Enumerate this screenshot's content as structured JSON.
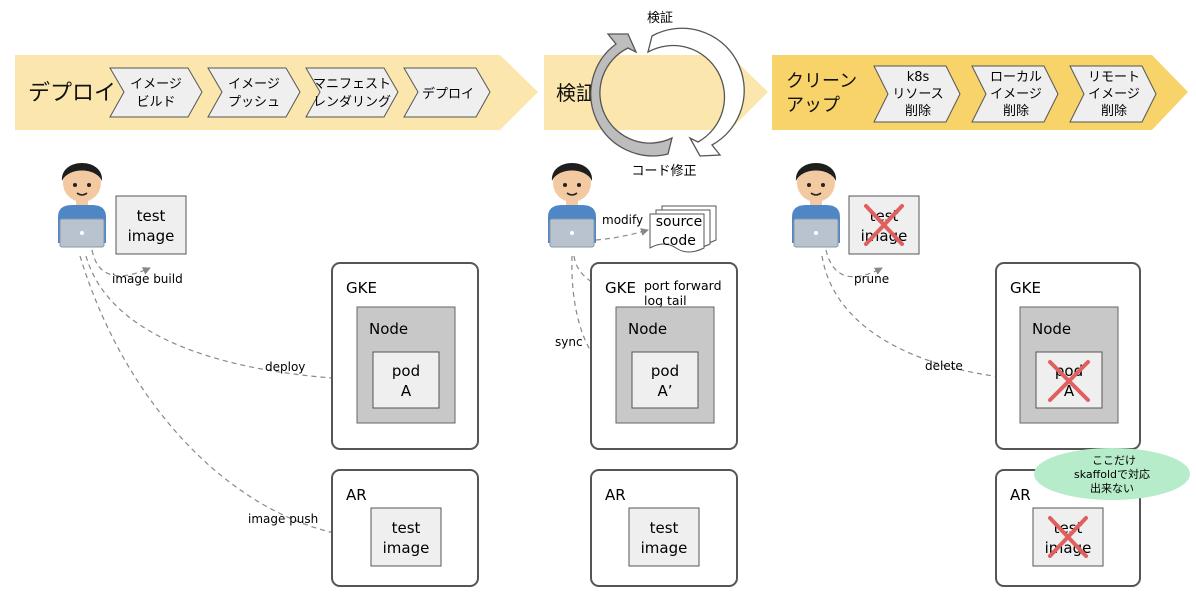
{
  "phases": [
    {
      "title": "デプロイ",
      "steps": [
        [
          "イメージ",
          "ビルド"
        ],
        [
          "イメージ",
          "プッシュ"
        ],
        [
          "マニフェスト",
          "レンダリング"
        ],
        [
          "デプロイ"
        ]
      ]
    },
    {
      "title": "検証",
      "cycle_top": "検証",
      "cycle_bottom": "コード修正"
    },
    {
      "title_lines": [
        "クリーン",
        "アップ"
      ],
      "steps": [
        [
          "k8s",
          "リソース",
          "削除"
        ],
        [
          "ローカル",
          "イメージ",
          "削除"
        ],
        [
          "リモート",
          "イメージ",
          "削除"
        ]
      ]
    }
  ],
  "deploy_col": {
    "local_image": [
      "test",
      "image"
    ],
    "arrows": {
      "build": "image build",
      "deploy": "deploy",
      "push": "image push"
    },
    "gke": "GKE",
    "node": "Node",
    "pod": [
      "pod",
      "A"
    ],
    "ar": "AR",
    "ar_image": [
      "test",
      "image"
    ]
  },
  "verify_col": {
    "source": [
      "source",
      "code"
    ],
    "arrows": {
      "modify": "modify",
      "port_forward": "port forward",
      "log_tail": "log tail",
      "sync": "sync"
    },
    "gke": "GKE",
    "node": "Node",
    "pod": [
      "pod",
      "A’"
    ],
    "ar": "AR",
    "ar_image": [
      "test",
      "image"
    ]
  },
  "cleanup_col": {
    "local_image": [
      "test",
      "image"
    ],
    "arrows": {
      "prune": "prune",
      "delete": "delete"
    },
    "gke": "GKE",
    "node": "Node",
    "pod": [
      "pod",
      "A"
    ],
    "ar": "AR",
    "ar_image": [
      "test",
      "image"
    ],
    "note": [
      "ここだけ",
      "skaffoldで対応",
      "出来ない"
    ]
  },
  "colors": {
    "band": "#fbe7ae",
    "band_dark": "#f7d36a",
    "chevron": "#efefef",
    "node": "#c8c8c8",
    "cross": "#e06060",
    "note": "#b6ecc9"
  }
}
